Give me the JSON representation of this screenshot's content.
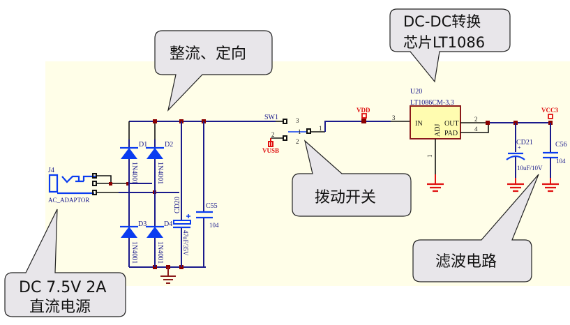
{
  "callouts": {
    "rectifier": "整流、定向",
    "dcdc_line1": "DC-DC转换",
    "dcdc_line2": "芯片LT1086",
    "switch": "拨动开关",
    "filter": "滤波电路",
    "power_line1": "DC 7.5V 2A",
    "power_line2": "直流电源"
  },
  "connector": {
    "ref": "J4",
    "name": "AC_ADAPTOR"
  },
  "diodes": [
    {
      "ref": "D1",
      "part": "1N4001"
    },
    {
      "ref": "D2",
      "part": "1N4001"
    },
    {
      "ref": "D3",
      "part": "1N4001"
    },
    {
      "ref": "D4",
      "part": "1N4001"
    }
  ],
  "capacitors": {
    "cd20": {
      "ref": "CD20",
      "value": "47uF/35V"
    },
    "c55": {
      "ref": "C55",
      "value": "104"
    },
    "cd21": {
      "ref": "CD21",
      "value": "10uF/10V"
    },
    "c56": {
      "ref": "C56",
      "value": "104"
    }
  },
  "switch": {
    "ref": "SW1",
    "pins": [
      "1",
      "2",
      "3"
    ],
    "pin2_left": "2"
  },
  "nets": {
    "vdd": "VDD",
    "vusb": "VUSB",
    "vcc3": "VCC3"
  },
  "regulator": {
    "ref": "U20",
    "part": "LT1086CM-3.3",
    "pin_in": "IN",
    "pin_out": "OUT",
    "pin_pad": "PAD",
    "pin_adj": "ADJ",
    "pin_num_in": "3",
    "pin_num_out": "2",
    "pin_num_pad": "4",
    "pin_num_adj": "1"
  },
  "colors": {
    "background": "#fffee8",
    "wire": "#1a1a8c",
    "component": "#0a3cf0",
    "ground": "#e01010",
    "junction": "#8b0000",
    "ic_fill": "#fffcb0",
    "ic_border": "#8b1a1a",
    "callout_fill": "#e8e6ea"
  }
}
